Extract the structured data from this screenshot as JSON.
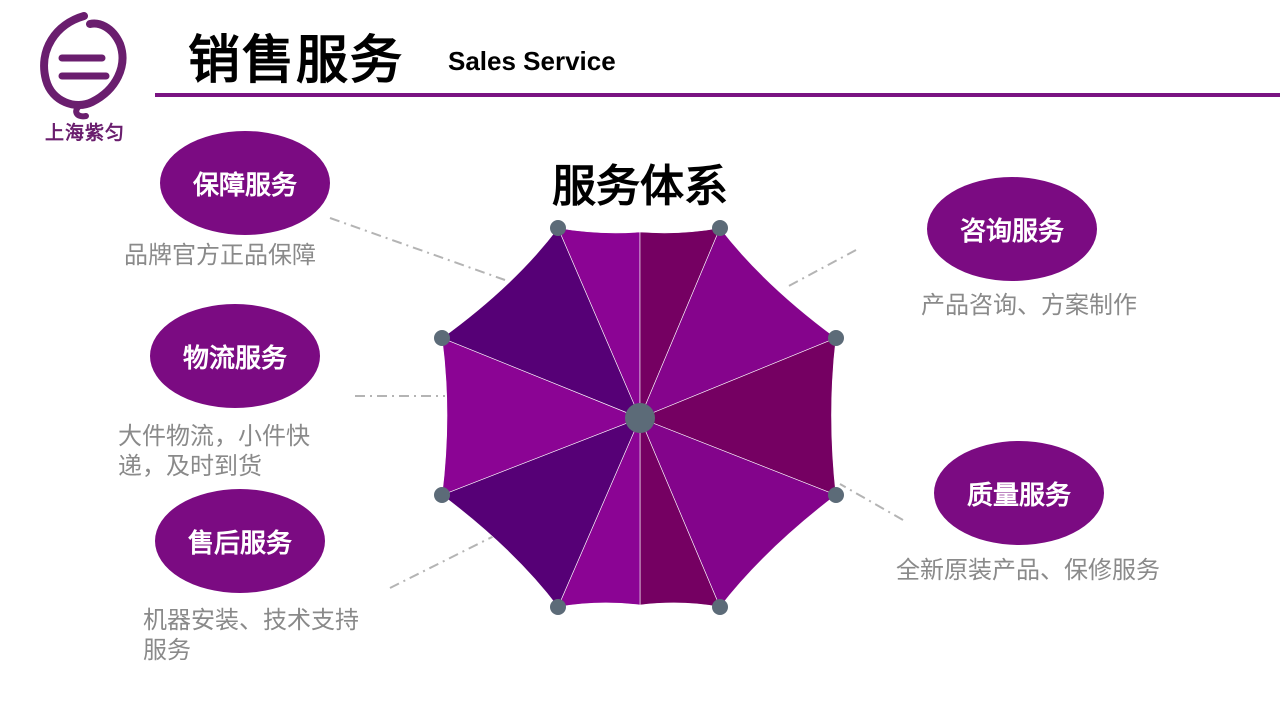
{
  "header": {
    "logo_text": "上海紫匀",
    "title": "销售服务",
    "subtitle": "Sales Service"
  },
  "center_title": "服务体系",
  "services": [
    {
      "label": "保障服务",
      "desc": "品牌官方正品保障"
    },
    {
      "label": "物流服务",
      "desc": "大件物流，小件快递，及时到货"
    },
    {
      "label": "售后服务",
      "desc": "机器安装、技术支持服务"
    },
    {
      "label": "咨询服务",
      "desc": "产品咨询、方案制作"
    },
    {
      "label": "质量服务",
      "desc": "全新原装产品、保修服务"
    }
  ],
  "colors": {
    "accent": "#7b0b82",
    "dark_purple": "#560076",
    "deep_maroon": "#750062",
    "knob": "#5c6b78",
    "desc_text": "#8a8a8a"
  }
}
